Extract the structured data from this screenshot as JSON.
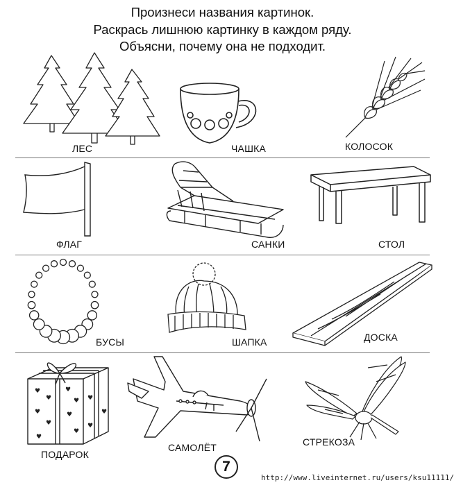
{
  "title_lines": [
    "Произнеси названия картинок.",
    "Раскрась лишнюю картинку в каждом ряду.",
    "Объясни, почему она не подходит."
  ],
  "rows": [
    {
      "items": [
        {
          "label": "ЛЕС",
          "icon": "forest-icon"
        },
        {
          "label": "ЧАШКА",
          "icon": "cup-icon"
        },
        {
          "label": "КОЛОСОК",
          "icon": "wheat-ear-icon"
        }
      ]
    },
    {
      "items": [
        {
          "label": "ФЛАГ",
          "icon": "flag-icon"
        },
        {
          "label": "САНКИ",
          "icon": "sled-icon"
        },
        {
          "label": "СТОЛ",
          "icon": "table-icon"
        }
      ]
    },
    {
      "items": [
        {
          "label": "БУСЫ",
          "icon": "beads-icon"
        },
        {
          "label": "ШАПКА",
          "icon": "knit-hat-icon"
        },
        {
          "label": "ДОСКА",
          "icon": "board-icon"
        }
      ]
    },
    {
      "items": [
        {
          "label": "ПОДАРОК",
          "icon": "gift-icon"
        },
        {
          "label": "САМОЛЁТ",
          "icon": "airplane-icon"
        },
        {
          "label": "СТРЕКОЗА",
          "icon": "dragonfly-icon"
        }
      ]
    }
  ],
  "page_number": "7",
  "watermark": "http://www.liveinternet.ru/users/ksu11111/"
}
